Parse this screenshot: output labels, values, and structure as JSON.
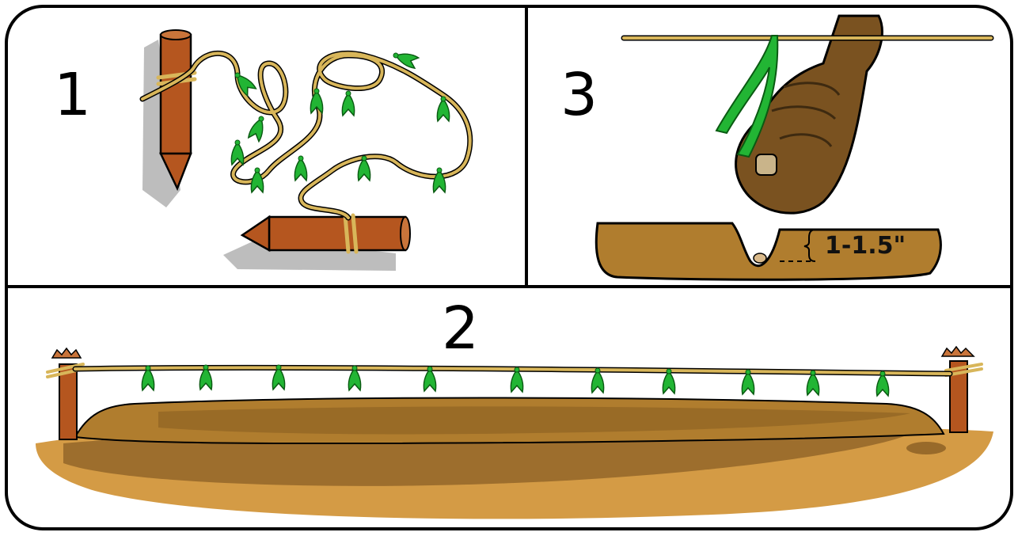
{
  "panels": {
    "step1": {
      "number": "1"
    },
    "step2": {
      "number": "2"
    },
    "step3": {
      "number": "3",
      "depth_label": "1-1.5\""
    }
  },
  "colors": {
    "soil_light": "#d49b45",
    "soil_mid": "#b07d2e",
    "soil_dark": "#7f5620",
    "stake": "#b5561f",
    "string": "#d8b65a",
    "ribbon": "#22b534",
    "hand": "#7a5220",
    "outline": "#000000"
  }
}
